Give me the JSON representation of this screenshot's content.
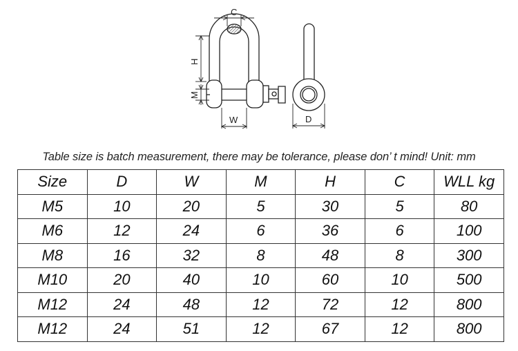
{
  "diagram": {
    "labels": {
      "c": "C",
      "h": "H",
      "m": "M",
      "w": "W",
      "d": "D"
    }
  },
  "note": "Table size is batch measurement, there may be tolerance, please don’ t mind! Unit: mm",
  "table": {
    "headers": [
      "Size",
      "D",
      "W",
      "M",
      "H",
      "C",
      "WLL kg"
    ],
    "rows": [
      [
        "M5",
        "10",
        "20",
        "5",
        "30",
        "5",
        "80"
      ],
      [
        "M6",
        "12",
        "24",
        "6",
        "36",
        "6",
        "100"
      ],
      [
        "M8",
        "16",
        "32",
        "8",
        "48",
        "8",
        "300"
      ],
      [
        "M10",
        "20",
        "40",
        "10",
        "60",
        "10",
        "500"
      ],
      [
        "M12",
        "24",
        "48",
        "12",
        "72",
        "12",
        "800"
      ],
      [
        "M12",
        "24",
        "51",
        "12",
        "67",
        "12",
        "800"
      ]
    ]
  }
}
